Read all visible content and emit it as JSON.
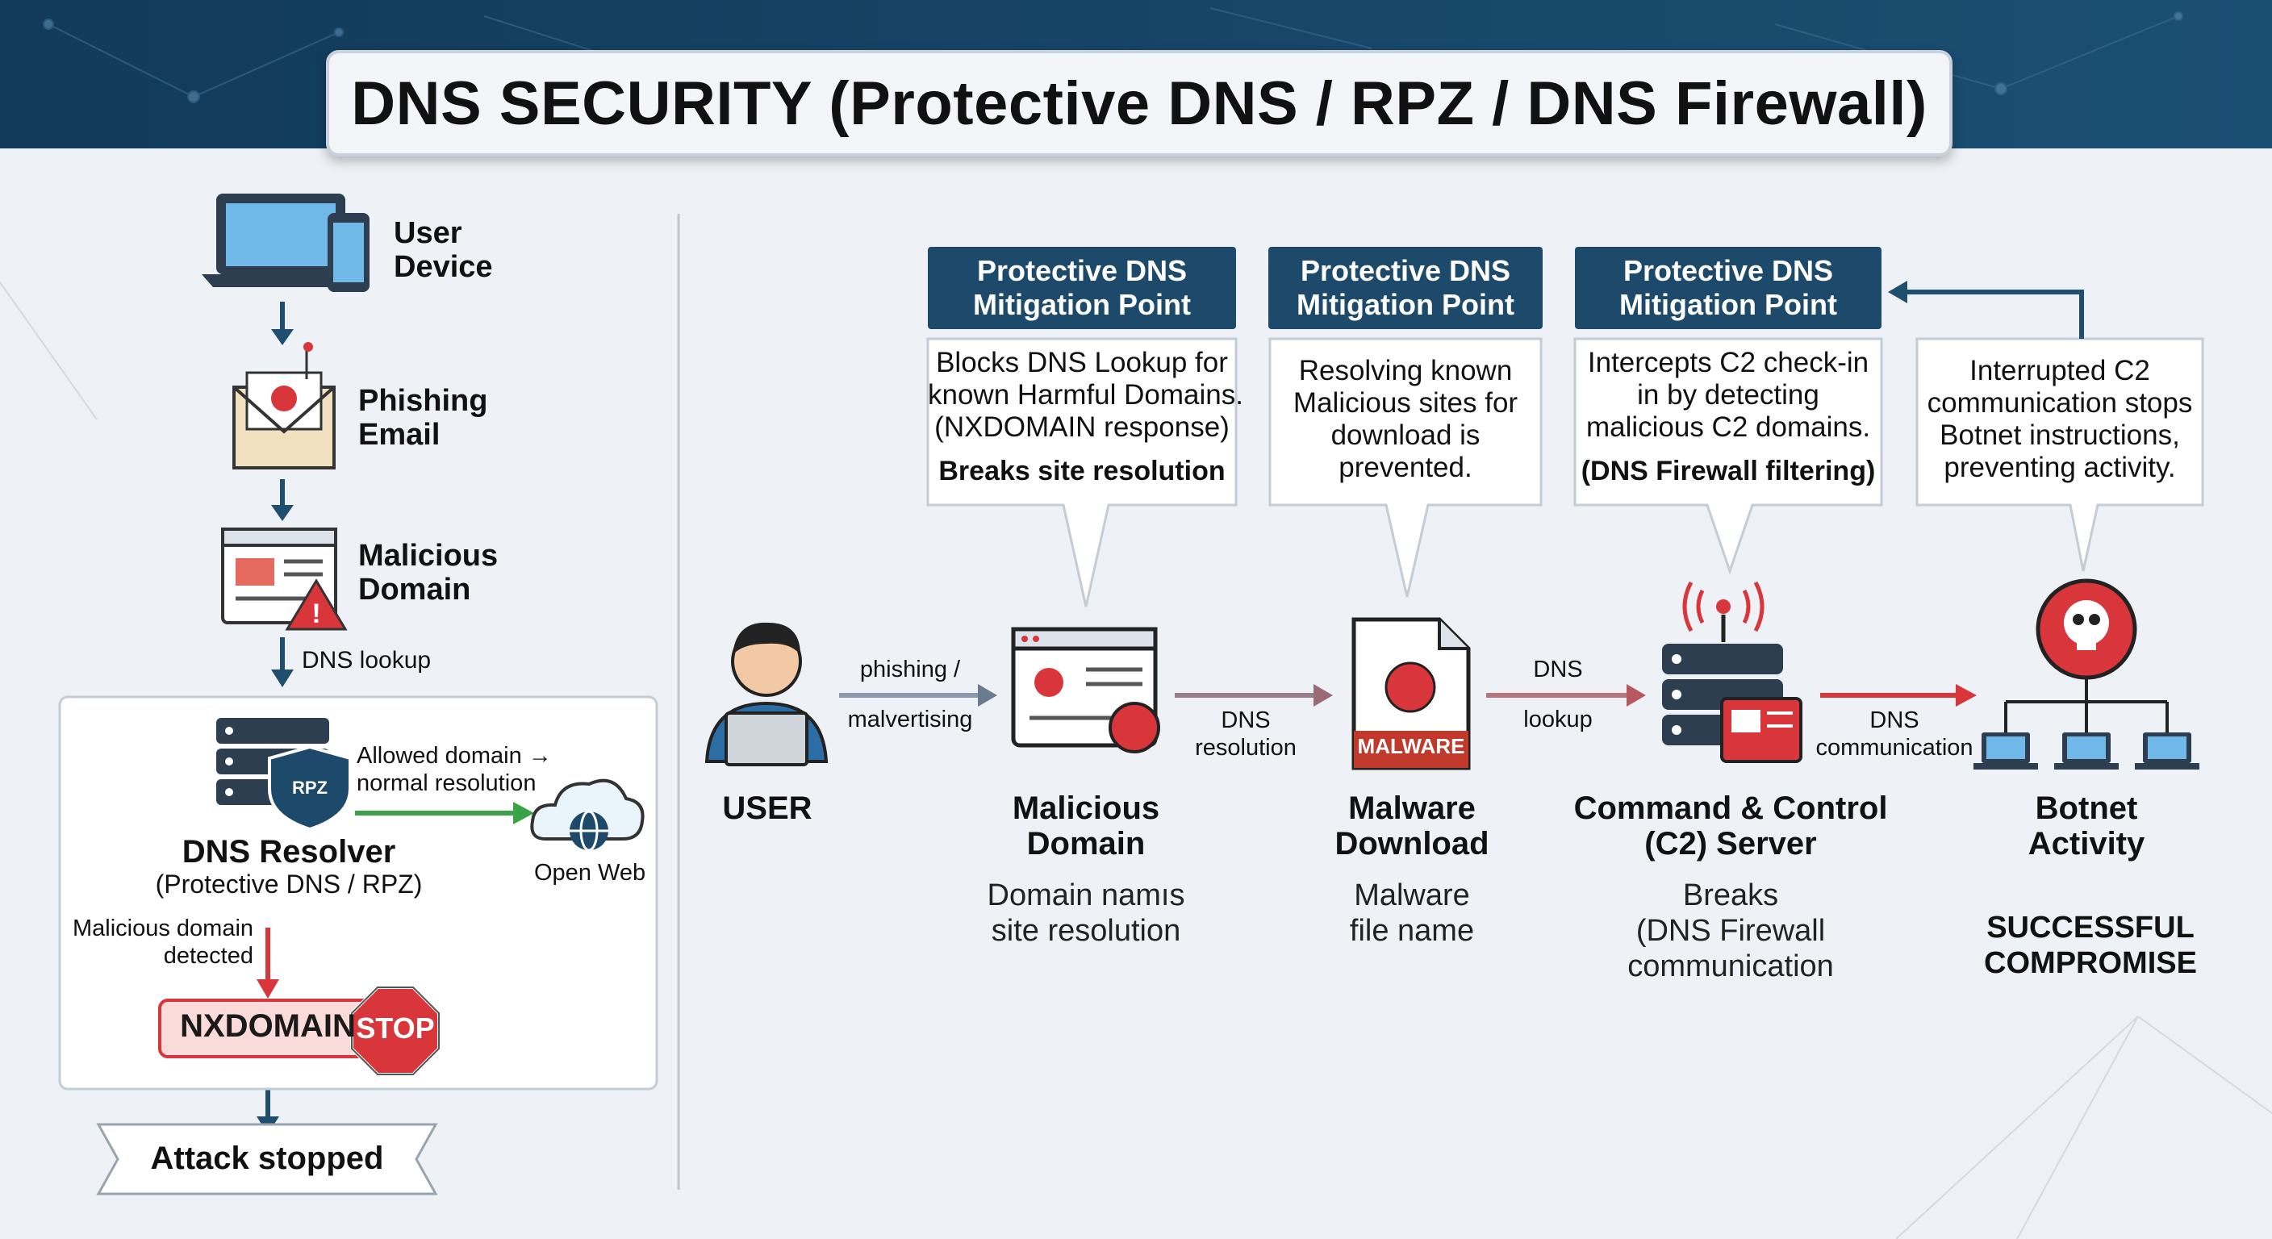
{
  "title": "DNS SECURITY (Protective DNS / RPZ / DNS Firewall)",
  "left_flow": {
    "user_device": "User\nDevice",
    "phishing_email": "Phishing\nEmail",
    "malicious_domain": "Malicious\nDomain",
    "dns_lookup": "DNS lookup",
    "resolver_badge": "RPZ",
    "resolver_title": "DNS Resolver",
    "resolver_subtitle": "(Protective DNS / RPZ)",
    "allowed_label": "Allowed domain →\nnormal resolution",
    "open_web": "Open Web",
    "malicious_detected": "Malicious domain\ndetected",
    "nxdomain": "NXDOMAIN",
    "stop": "STOP",
    "attack_stopped": "Attack stopped"
  },
  "mitigation_headers": [
    "Protective DNS\nMitigation Point",
    "Protective DNS\nMitigation Point",
    "Protective DNS\nMitigation Point"
  ],
  "bubbles": [
    {
      "text": "Blocks DNS Lookup for\nknown Harmful Domains.\n(NXDOMAIN response)",
      "bold": "Breaks site resolution"
    },
    {
      "text": "Resolving known\nMalicious sites for\ndownload is\nprevented.",
      "bold": ""
    },
    {
      "text": "Intercepts C2 check-in\nin by detecting\nmalicious C2 domains.",
      "bold": "(DNS Firewall filtering)"
    },
    {
      "text": "Interrupted C2\ncommunication stops\nBotnet instructions,\npreventing activity.",
      "bold": ""
    }
  ],
  "chain": {
    "user": "USER",
    "edge1_top": "phishing /",
    "edge1_bottom": "malvertising",
    "malicious_domain": "Malicious\nDomain",
    "malicious_domain_desc": "Domain namıs\nsite resolution",
    "edge2": "DNS\nresolution",
    "malware_badge": "MALWARE",
    "malware_download": "Malware\nDownload",
    "malware_desc": "Malware\nfile name",
    "edge3_top": "DNS",
    "edge3_bottom": "lookup",
    "c2_server": "Command & Control\n(C2) Server",
    "c2_desc": "Breaks\n(DNS Firewall\ncommunication",
    "edge4": "DNS\ncommunication",
    "botnet": "Botnet\nActivity",
    "compromise": "SUCCESSFUL\nCOMPROMISE"
  },
  "colors": {
    "header_navy": "#1d4a6b",
    "arrow_navy": "#1f4e6e",
    "alert_red": "#d8363a",
    "allow_green": "#3aa346",
    "screen_blue": "#6fb8e8"
  }
}
